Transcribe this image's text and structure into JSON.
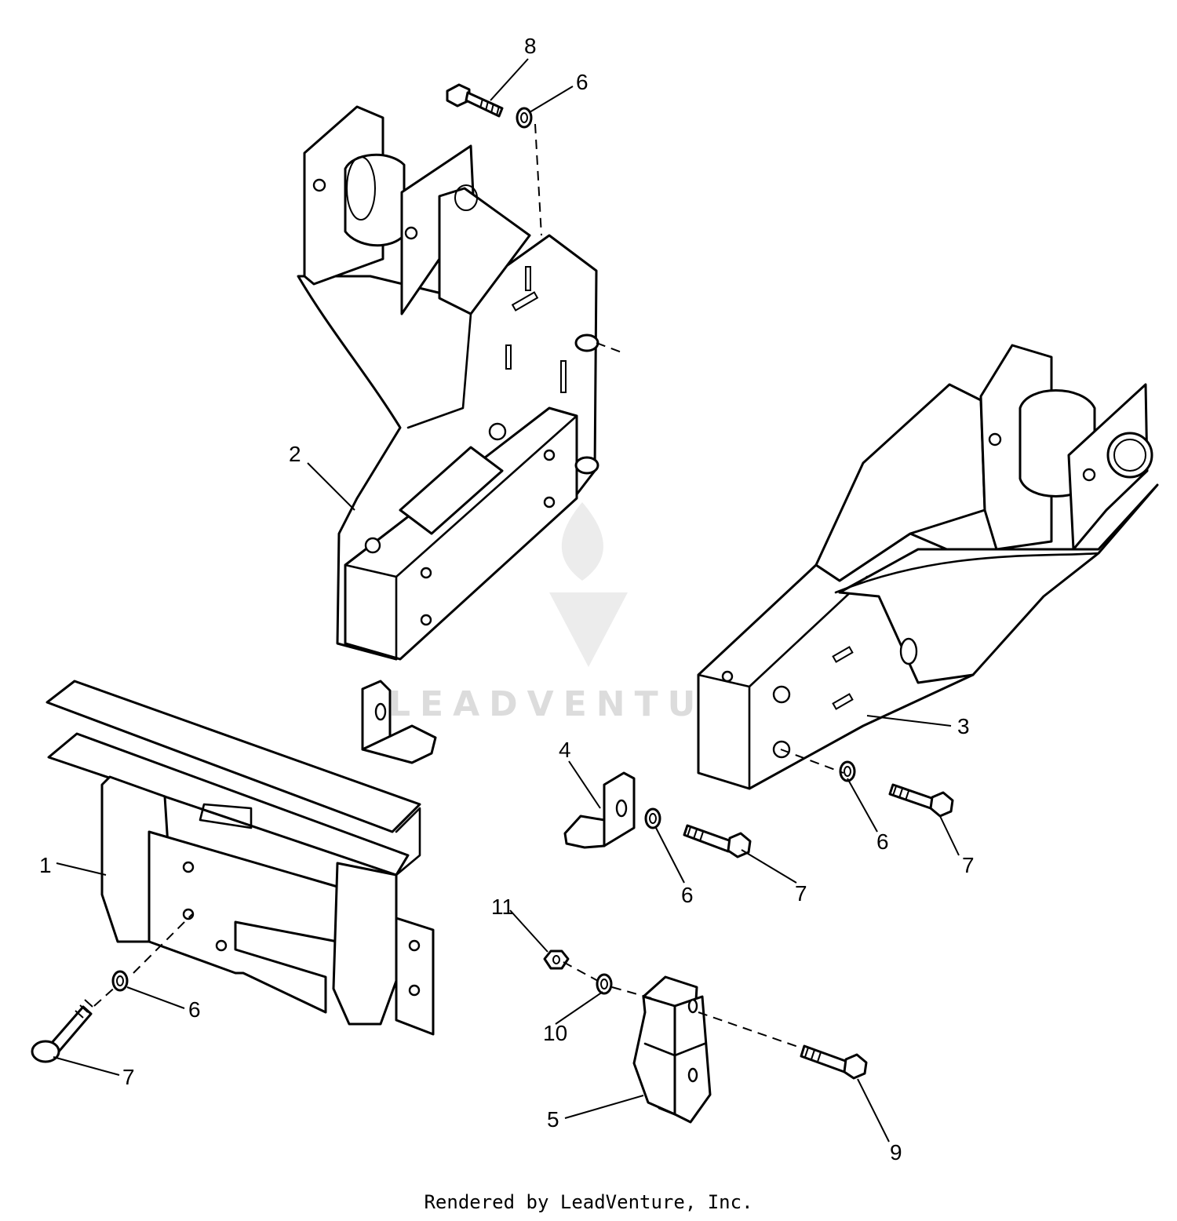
{
  "callouts": [
    {
      "id": "c8",
      "text": "8"
    },
    {
      "id": "c6a",
      "text": "6"
    },
    {
      "id": "c2",
      "text": "2"
    },
    {
      "id": "c3",
      "text": "3"
    },
    {
      "id": "c4",
      "text": "4"
    },
    {
      "id": "c6b",
      "text": "6"
    },
    {
      "id": "c7a",
      "text": "7"
    },
    {
      "id": "c6c",
      "text": "6"
    },
    {
      "id": "c7b",
      "text": "7"
    },
    {
      "id": "c1",
      "text": "1"
    },
    {
      "id": "c11",
      "text": "11"
    },
    {
      "id": "c6d",
      "text": "6"
    },
    {
      "id": "c10",
      "text": "10"
    },
    {
      "id": "c7c",
      "text": "7"
    },
    {
      "id": "c5",
      "text": "5"
    },
    {
      "id": "c9",
      "text": "9"
    }
  ],
  "watermark": "LEADVENTURE",
  "footer": "Rendered by LeadVenture, Inc."
}
